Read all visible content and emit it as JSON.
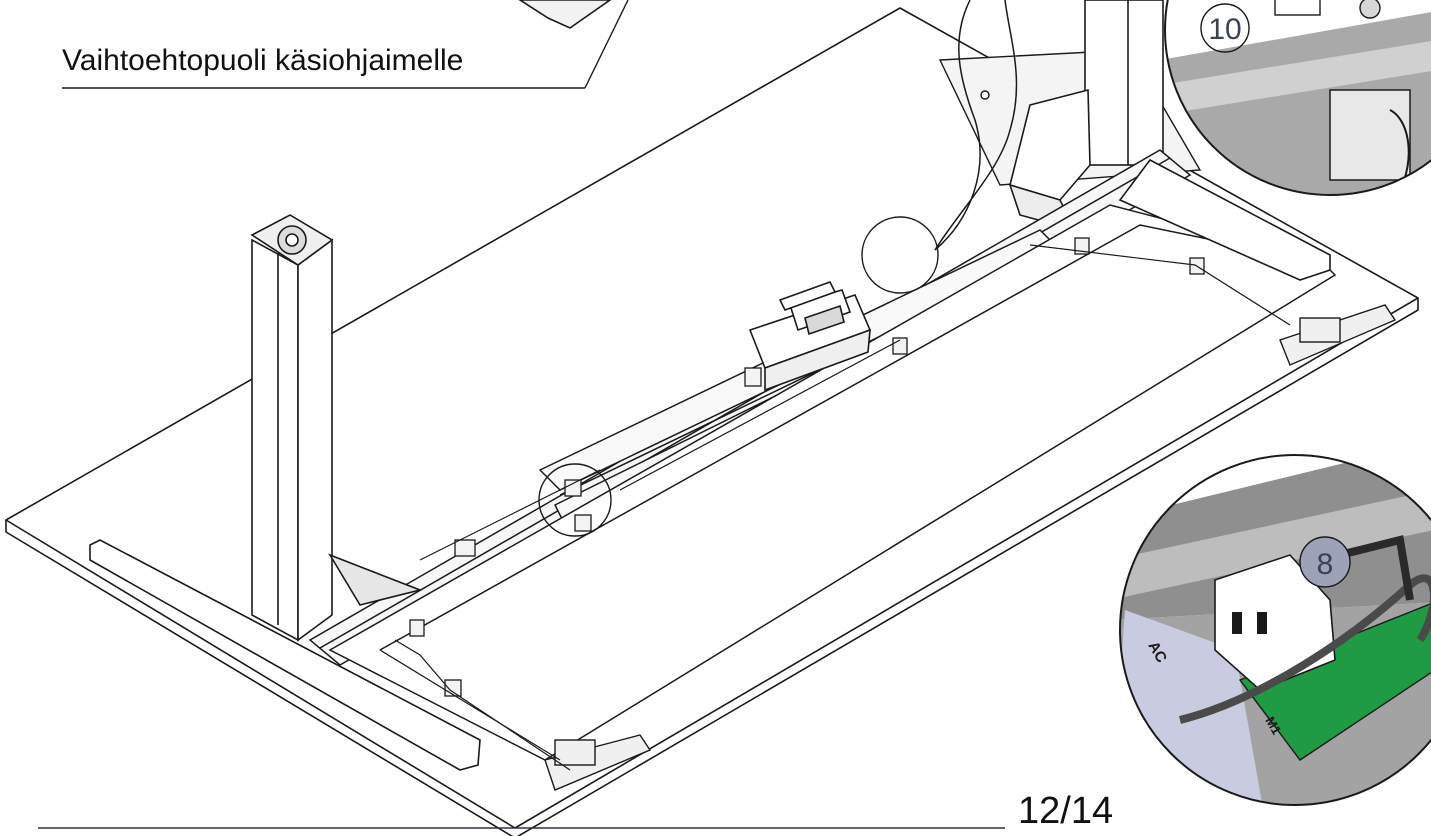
{
  "caption": "Vaihtoehtopuoli käsiohjaimelle",
  "page_number": "12/14",
  "callouts": {
    "callout_10": "10",
    "callout_8": "8"
  },
  "control_box_label": "AC",
  "port_labels": {
    "ac": "AC",
    "m1": "M1"
  },
  "colors": {
    "line": "#1a1a1a",
    "accent_rule": "#3b2a4a",
    "connector_green": "#1f9a45",
    "detail_gray": "#8d8d8d",
    "label_strip": "#c9cbe0"
  }
}
